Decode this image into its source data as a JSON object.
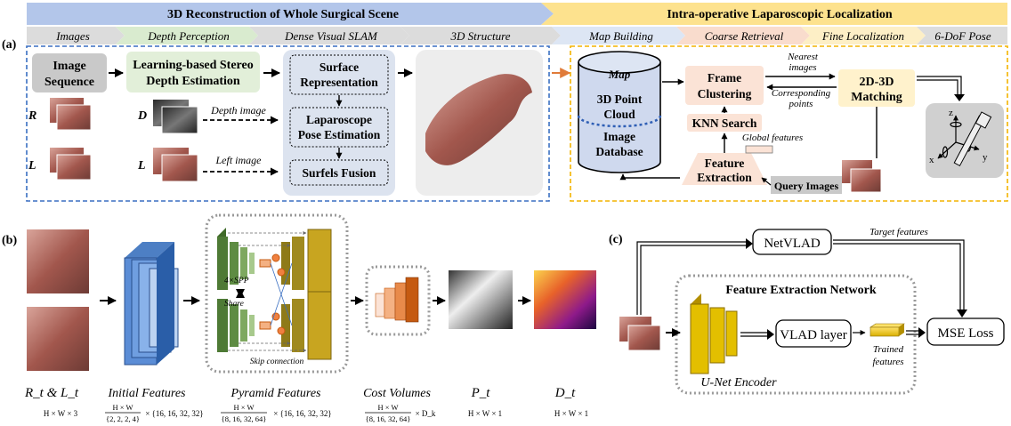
{
  "panel_labels": {
    "a": "(a)",
    "b": "(b)",
    "c": "(c)"
  },
  "a": {
    "banner_left": "3D Reconstruction of Whole Surgical Scene",
    "banner_right": "Intra-operative Laparoscopic Localization",
    "stages": [
      "Images",
      "Depth Perception",
      "Dense Visual SLAM",
      "3D Structure",
      "Map Building",
      "Coarse Retrieval",
      "Fine Localization",
      "6-DoF Pose"
    ],
    "image_sequence": [
      "Image",
      "Sequence"
    ],
    "stereo_depth": [
      "Learning-based Stereo",
      "Depth Estimation"
    ],
    "r_label": "R",
    "l_label": "L",
    "d_label": "D",
    "l2_label": "L",
    "depth_image": "Depth image",
    "left_image": "Left image",
    "surface_rep": [
      "Surface",
      "Representation"
    ],
    "pose_est": [
      "Laparoscope",
      "Pose Estimation"
    ],
    "surfels": "Surfels Fusion",
    "map_title": "Map",
    "point_cloud": [
      "3D Point",
      "Cloud"
    ],
    "image_db": [
      "Image",
      "Database"
    ],
    "frame_clustering": [
      "Frame",
      "Clustering"
    ],
    "knn": "KNN Search",
    "feature_extraction": [
      "Feature",
      "Extraction"
    ],
    "global_features": "Global features",
    "query_images": "Query Images",
    "nearest_images": [
      "Nearest",
      "images"
    ],
    "corresponding_points": [
      "Corresponding",
      "points"
    ],
    "matching": [
      "2D-3D",
      "Matching"
    ],
    "axes": {
      "x": "x",
      "y": "y",
      "z": "z"
    }
  },
  "b": {
    "labels": {
      "rl": "R_t & L_t",
      "initial": "Initial Features",
      "pyramid": "Pyramid Features",
      "cost": "Cost Volumes",
      "pt": "P_t",
      "dt": "D_t"
    },
    "dims": {
      "rl": "H × W × 3",
      "initial_num": "H × W",
      "initial_den": "{2, 2, 2, 4}",
      "initial_tail": "× {16, 16, 32, 32}",
      "pyramid_num": "H × W",
      "pyramid_den": "{8, 16, 32, 64}",
      "pyramid_tail": "× {16, 16, 32, 32}",
      "cost_num": "H × W",
      "cost_den": "{8, 16, 32, 64}",
      "cost_tail": "× D_k",
      "pt": "H × W × 1",
      "dt": "H × W × 1"
    },
    "spp": "4×SPP",
    "share": "Share",
    "skip": "Skip connection"
  },
  "c": {
    "netvlad": "NetVLAD",
    "target_features": "Target features",
    "network_title": "Feature Extraction Network",
    "vlad_layer": "VLAD layer",
    "trained_features": [
      "Trained",
      "features"
    ],
    "unet": "U-Net Encoder",
    "mse": "MSE Loss"
  },
  "colors": {
    "banner_blue": "#b3c6ea",
    "banner_yellow": "#fde28e",
    "stage_gray": "#dcdcdc",
    "stage_green": "#d9ebcf",
    "stage_blue": "#dde6f4",
    "stage_peach": "#f9dccd",
    "stage_cream": "#fdefc6",
    "box_gray": "#c9c9c9",
    "box_green": "#e2efd9",
    "box_lightblue": "#dce3ef",
    "box_peach": "#fbe3d6",
    "box_cream": "#fff2cc",
    "dash_blue": "#3a6fc2",
    "dash_yellow": "#f3b400",
    "db_fill": "#cfd9ee",
    "green_layer": "#4e7a35",
    "olive_layer": "#a08a1f",
    "gold_layer": "#d7b300",
    "cost_orange": "#c55a11",
    "tissue": "#b07a72"
  }
}
